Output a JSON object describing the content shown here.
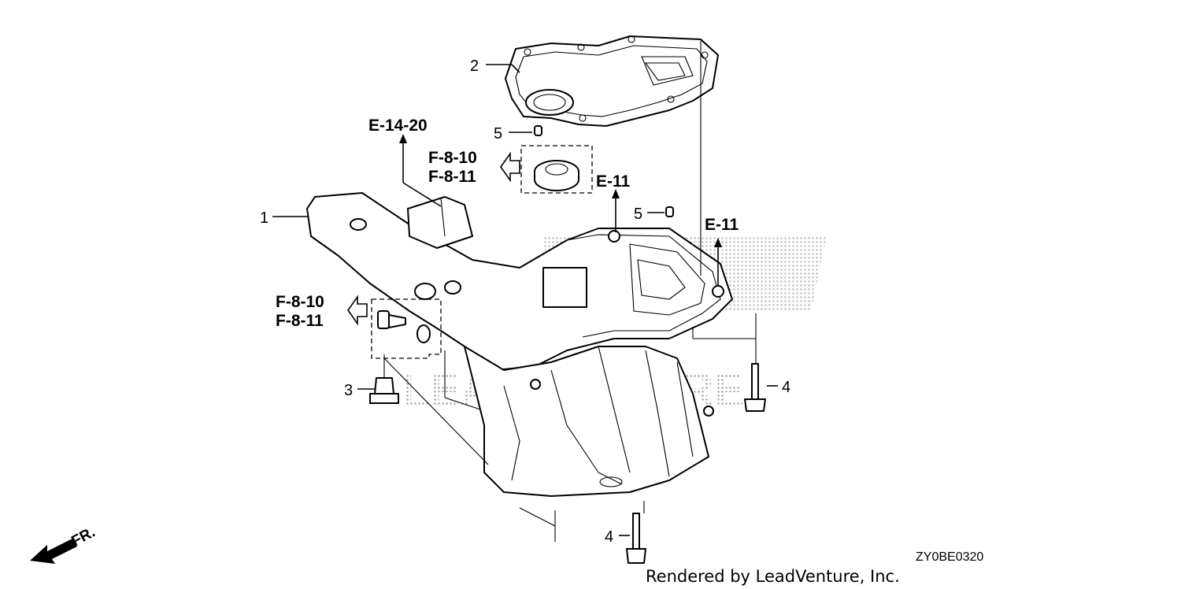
{
  "diagram": {
    "part_numbers": {
      "p1": "1",
      "p2": "2",
      "p3": "3",
      "p4a": "4",
      "p4b": "4",
      "p5a": "5",
      "p5b": "5"
    },
    "references": {
      "e14_20": "E-14-20",
      "f8_10_top": "F-8-10",
      "f8_11_top": "F-8-11",
      "e11_center": "E-11",
      "e11_right": "E-11",
      "f8_10_left": "F-8-10",
      "f8_11_left": "F-8-11"
    },
    "direction_label": "FR.",
    "drawing_code": "ZY0BE0320",
    "credit": "Rendered by LeadVenture, Inc.",
    "watermark": {
      "line1": "LEADVENTURE"
    }
  }
}
